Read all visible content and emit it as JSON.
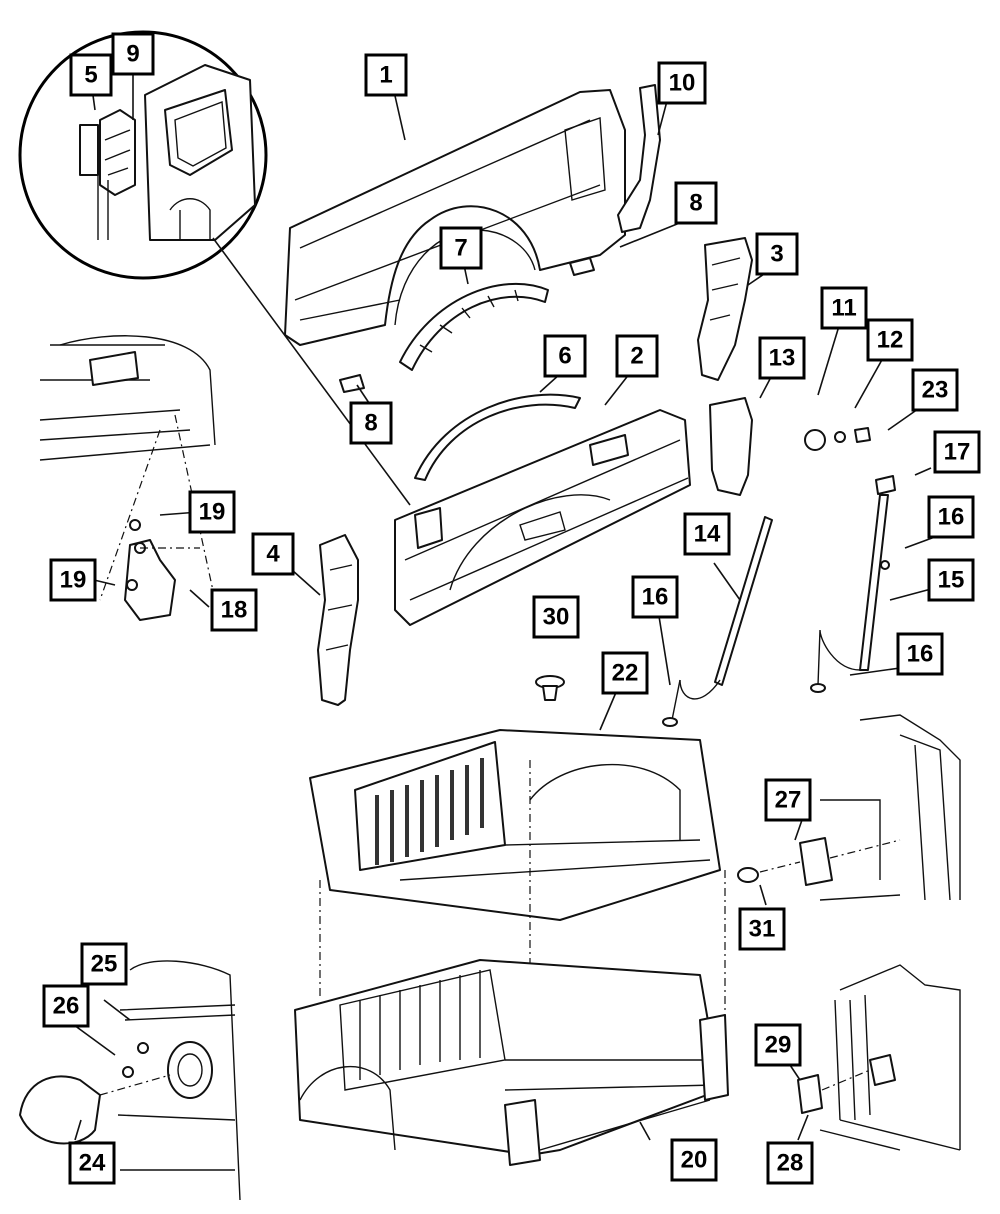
{
  "diagram": {
    "callouts": [
      {
        "id": "callout-1",
        "text": "1"
      },
      {
        "id": "callout-2",
        "text": "2"
      },
      {
        "id": "callout-3",
        "text": "3"
      },
      {
        "id": "callout-4",
        "text": "4"
      },
      {
        "id": "callout-5",
        "text": "5"
      },
      {
        "id": "callout-6",
        "text": "6"
      },
      {
        "id": "callout-7",
        "text": "7"
      },
      {
        "id": "callout-8a",
        "text": "8"
      },
      {
        "id": "callout-8b",
        "text": "8"
      },
      {
        "id": "callout-9",
        "text": "9"
      },
      {
        "id": "callout-10",
        "text": "10"
      },
      {
        "id": "callout-11",
        "text": "11"
      },
      {
        "id": "callout-12",
        "text": "12"
      },
      {
        "id": "callout-13",
        "text": "13"
      },
      {
        "id": "callout-14",
        "text": "14"
      },
      {
        "id": "callout-15",
        "text": "15"
      },
      {
        "id": "callout-16a",
        "text": "16"
      },
      {
        "id": "callout-16b",
        "text": "16"
      },
      {
        "id": "callout-16c",
        "text": "16"
      },
      {
        "id": "callout-17",
        "text": "17"
      },
      {
        "id": "callout-18",
        "text": "18"
      },
      {
        "id": "callout-19a",
        "text": "19"
      },
      {
        "id": "callout-19b",
        "text": "19"
      },
      {
        "id": "callout-20",
        "text": "20"
      },
      {
        "id": "callout-22",
        "text": "22"
      },
      {
        "id": "callout-23",
        "text": "23"
      },
      {
        "id": "callout-24",
        "text": "24"
      },
      {
        "id": "callout-25",
        "text": "25"
      },
      {
        "id": "callout-26",
        "text": "26"
      },
      {
        "id": "callout-27",
        "text": "27"
      },
      {
        "id": "callout-28",
        "text": "28"
      },
      {
        "id": "callout-29",
        "text": "29"
      },
      {
        "id": "callout-30",
        "text": "30"
      },
      {
        "id": "callout-31",
        "text": "31"
      }
    ]
  }
}
